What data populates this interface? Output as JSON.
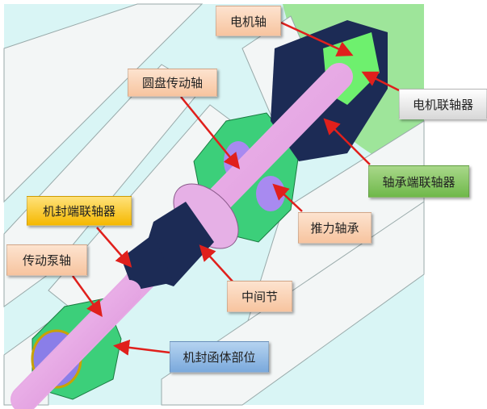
{
  "labels": {
    "motor_shaft": "电机轴",
    "disc_drive_shaft": "圆盘传动轴",
    "motor_coupling": "电机联轴器",
    "bearing_end_coupling": "轴承端联轴器",
    "thrust_bearing": "推力轴承",
    "seal_end_coupling": "机封端联轴器",
    "drive_pump_shaft": "传动泵轴",
    "intermediate_section": "中间节",
    "seal_housing": "机封函体部位"
  },
  "colors": {
    "shaft": "#e9a4e6",
    "coupling": "#1c2b55",
    "housing": "#3ccf7a",
    "arrow": "#e0201c",
    "background": "#d9f5f5"
  }
}
